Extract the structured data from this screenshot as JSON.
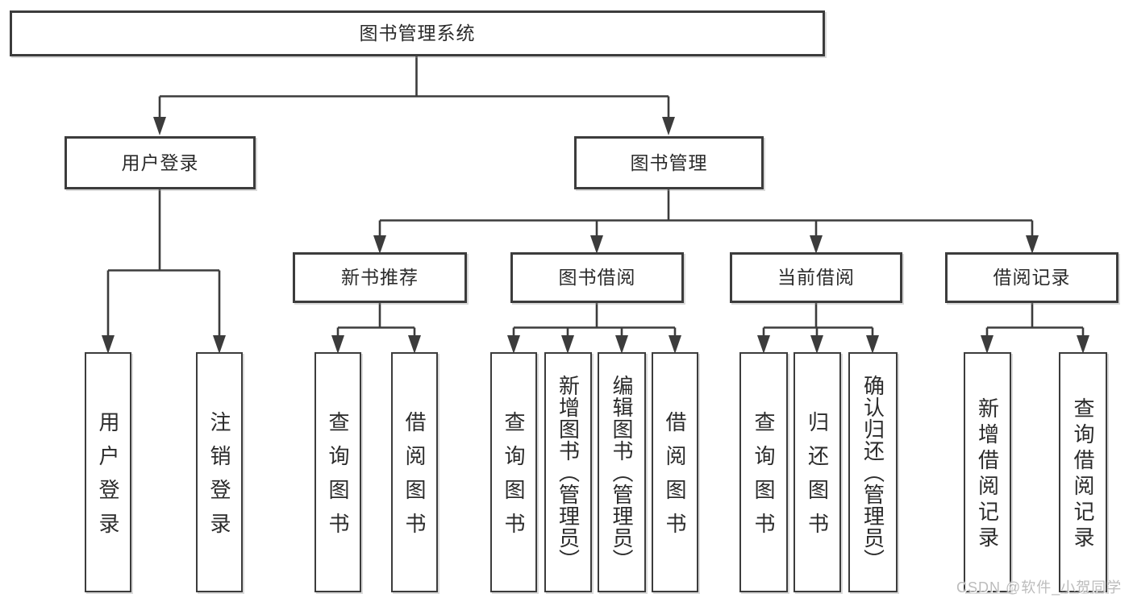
{
  "diagram_title": "图书管理系统",
  "colors": {
    "line": "#3c3c3c",
    "box_border": "#3c3c3c",
    "text": "#2b2b2b",
    "background": "#ffffff",
    "watermark": "#bcbcbc"
  },
  "watermark": {
    "text": "CSDN @软件_小贺同学"
  },
  "tree": {
    "root": {
      "label": "图书管理系统",
      "children": [
        {
          "label": "用户登录",
          "children": [
            {
              "label": "用户登录"
            },
            {
              "label": "注销登录"
            }
          ]
        },
        {
          "label": "图书管理",
          "children": [
            {
              "label": "新书推荐",
              "children": [
                {
                  "label": "查询图书"
                },
                {
                  "label": "借阅图书"
                }
              ]
            },
            {
              "label": "图书借阅",
              "children": [
                {
                  "label": "查询图书"
                },
                {
                  "label": "新增图书（管理员）"
                },
                {
                  "label": "编辑图书（管理员）"
                },
                {
                  "label": "借阅图书"
                }
              ]
            },
            {
              "label": "当前借阅",
              "children": [
                {
                  "label": "查询图书"
                },
                {
                  "label": "归还图书"
                },
                {
                  "label": "确认归还（管理员）"
                }
              ]
            },
            {
              "label": "借阅记录",
              "children": [
                {
                  "label": "新增借阅记录"
                },
                {
                  "label": "查询借阅记录"
                }
              ]
            }
          ]
        }
      ]
    }
  }
}
